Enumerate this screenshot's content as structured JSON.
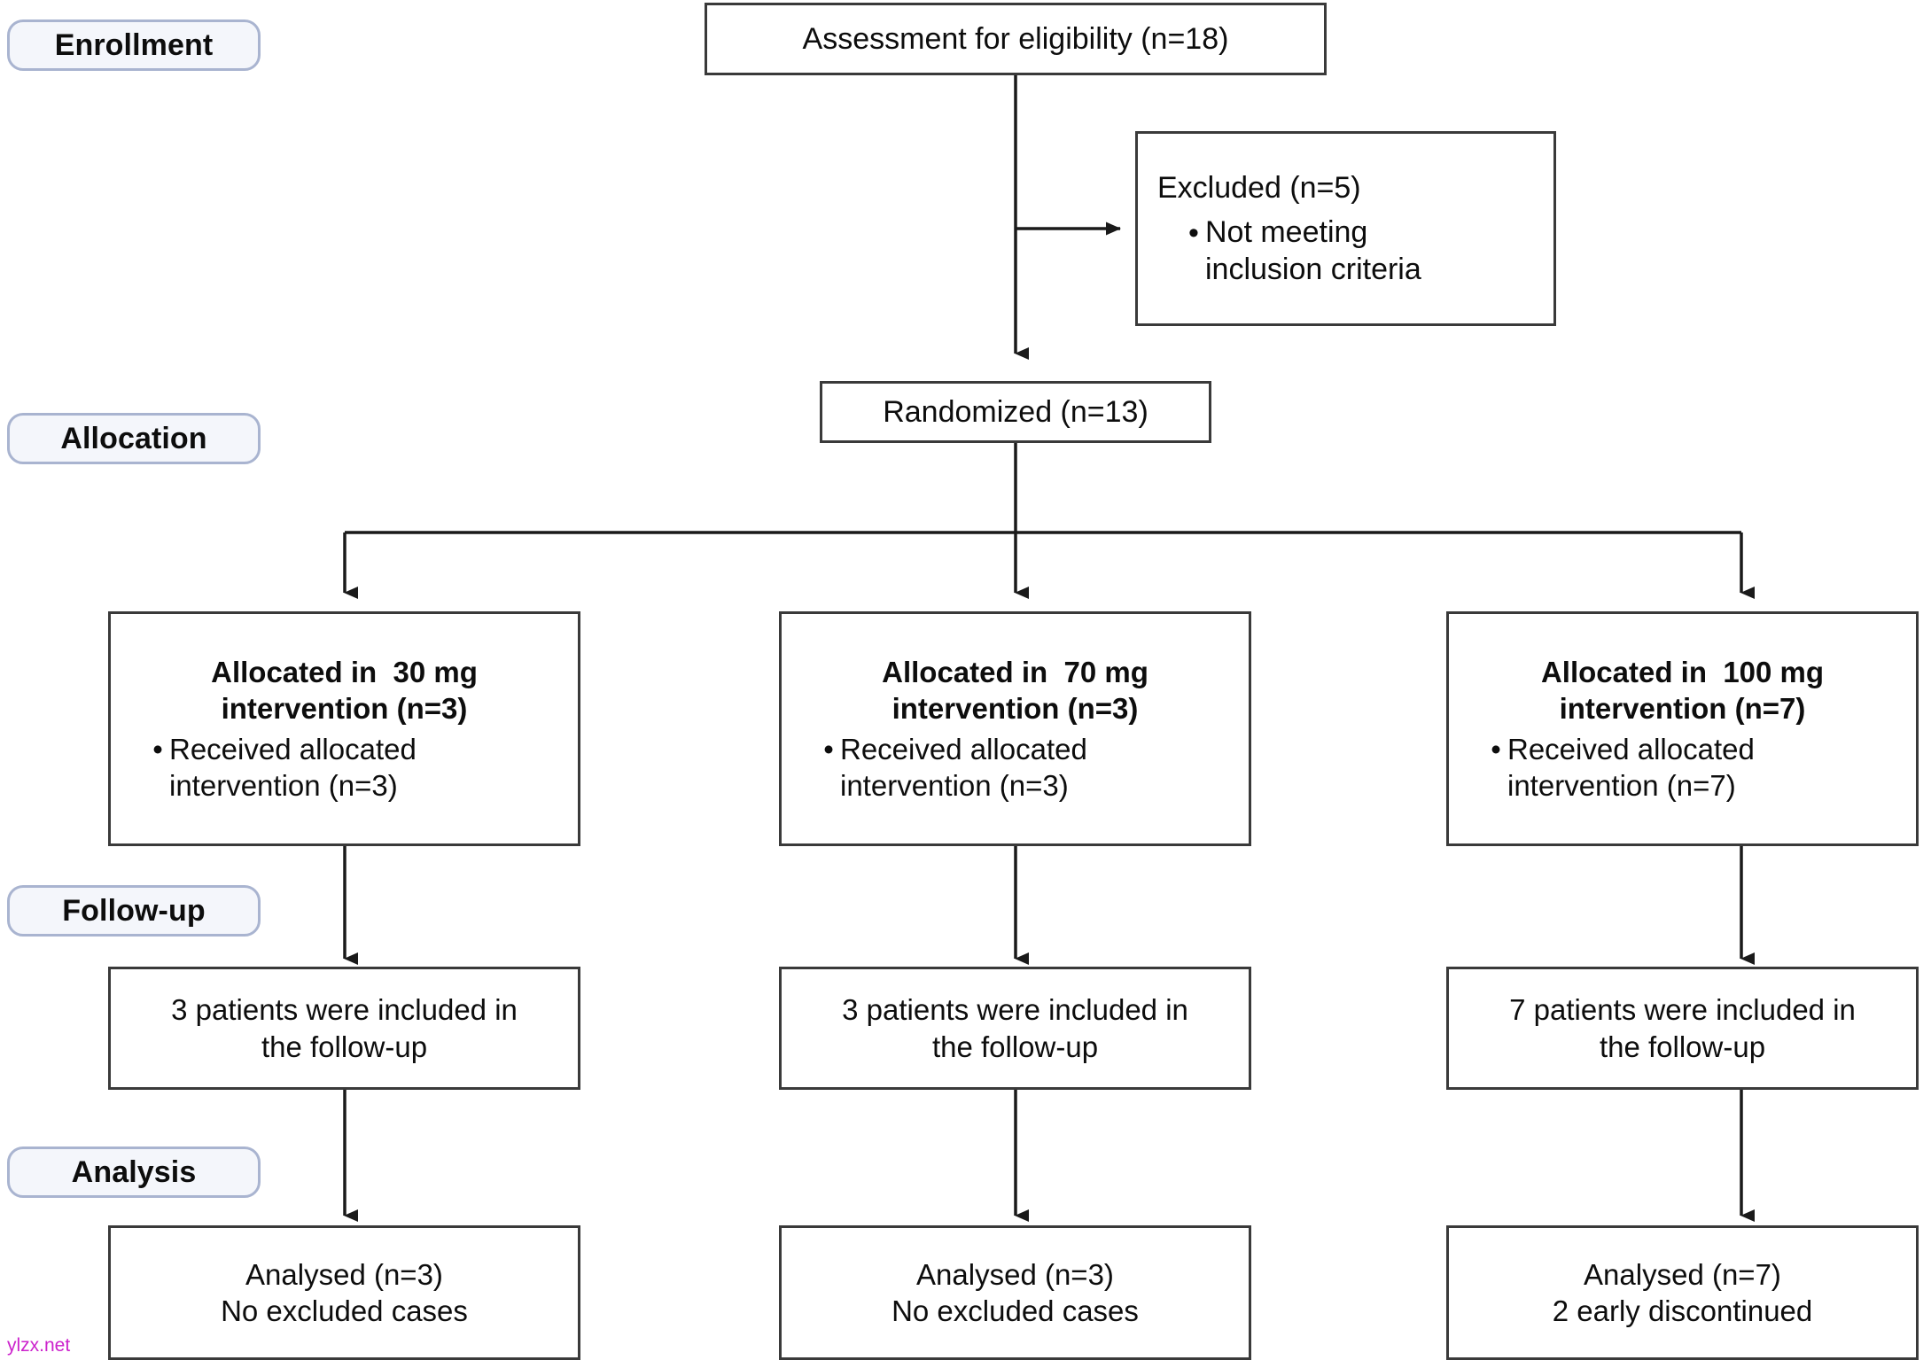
{
  "diagram": {
    "type": "consort-flow-diagram",
    "title": "CONSORT participant flow",
    "colors": {
      "box_border": "#3a3a3a",
      "pill_border": "#a9b4d0",
      "pill_fill": "#f4f6fb",
      "text": "#0d0d0d",
      "connector": "#1a1a1a",
      "watermark": "#cc22cc"
    }
  },
  "stages": [
    {
      "id": "enrollment",
      "label": "Enrollment"
    },
    {
      "id": "allocation",
      "label": "Allocation"
    },
    {
      "id": "followup",
      "label": "Follow-up"
    },
    {
      "id": "analysis",
      "label": "Analysis"
    }
  ],
  "nodes": {
    "assessment": {
      "label": "Assessment for eligibility (n=18)",
      "n": 18
    },
    "excluded": {
      "heading": "Excluded (n=5)",
      "n": 5,
      "bullets": [
        "Not meeting\ninclusion criteria"
      ],
      "bullet_line1": "Not meeting",
      "bullet_line2": "inclusion criteria",
      "bullet_glyph": "•"
    },
    "randomized": {
      "label": "Randomized (n=13)",
      "n": 13
    }
  },
  "arms": [
    {
      "id": "arm-30mg",
      "dose": "30 mg",
      "allocation": {
        "title_line1": "Allocated in  30 mg",
        "title_line2": "intervention (n=3)",
        "bullet_glyph": "•",
        "bullet_line1": "Received allocated",
        "bullet_line2": "intervention (n=3)",
        "n": 3
      },
      "followup": {
        "line1": "3 patients were included in",
        "line2": "the follow-up",
        "n": 3
      },
      "analysis": {
        "line1": "Analysed (n=3)",
        "line2": "No excluded cases",
        "n": 3
      }
    },
    {
      "id": "arm-70mg",
      "dose": "70 mg",
      "allocation": {
        "title_line1": "Allocated in  70 mg",
        "title_line2": "intervention (n=3)",
        "bullet_glyph": "•",
        "bullet_line1": "Received allocated",
        "bullet_line2": "intervention (n=3)",
        "n": 3
      },
      "followup": {
        "line1": "3 patients were included in",
        "line2": "the follow-up",
        "n": 3
      },
      "analysis": {
        "line1": "Analysed (n=3)",
        "line2": "No excluded cases",
        "n": 3
      }
    },
    {
      "id": "arm-100mg",
      "dose": "100 mg",
      "allocation": {
        "title_line1": "Allocated in  100 mg",
        "title_line2": "intervention (n=7)",
        "bullet_glyph": "•",
        "bullet_line1": "Received allocated",
        "bullet_line2": "intervention (n=7)",
        "n": 7
      },
      "followup": {
        "line1": "7 patients were included in",
        "line2": "the follow-up",
        "n": 7
      },
      "analysis": {
        "line1": "Analysed (n=7)",
        "line2": "2 early discontinued",
        "n": 7
      }
    }
  ],
  "watermark": {
    "text": "ylzx.net"
  }
}
